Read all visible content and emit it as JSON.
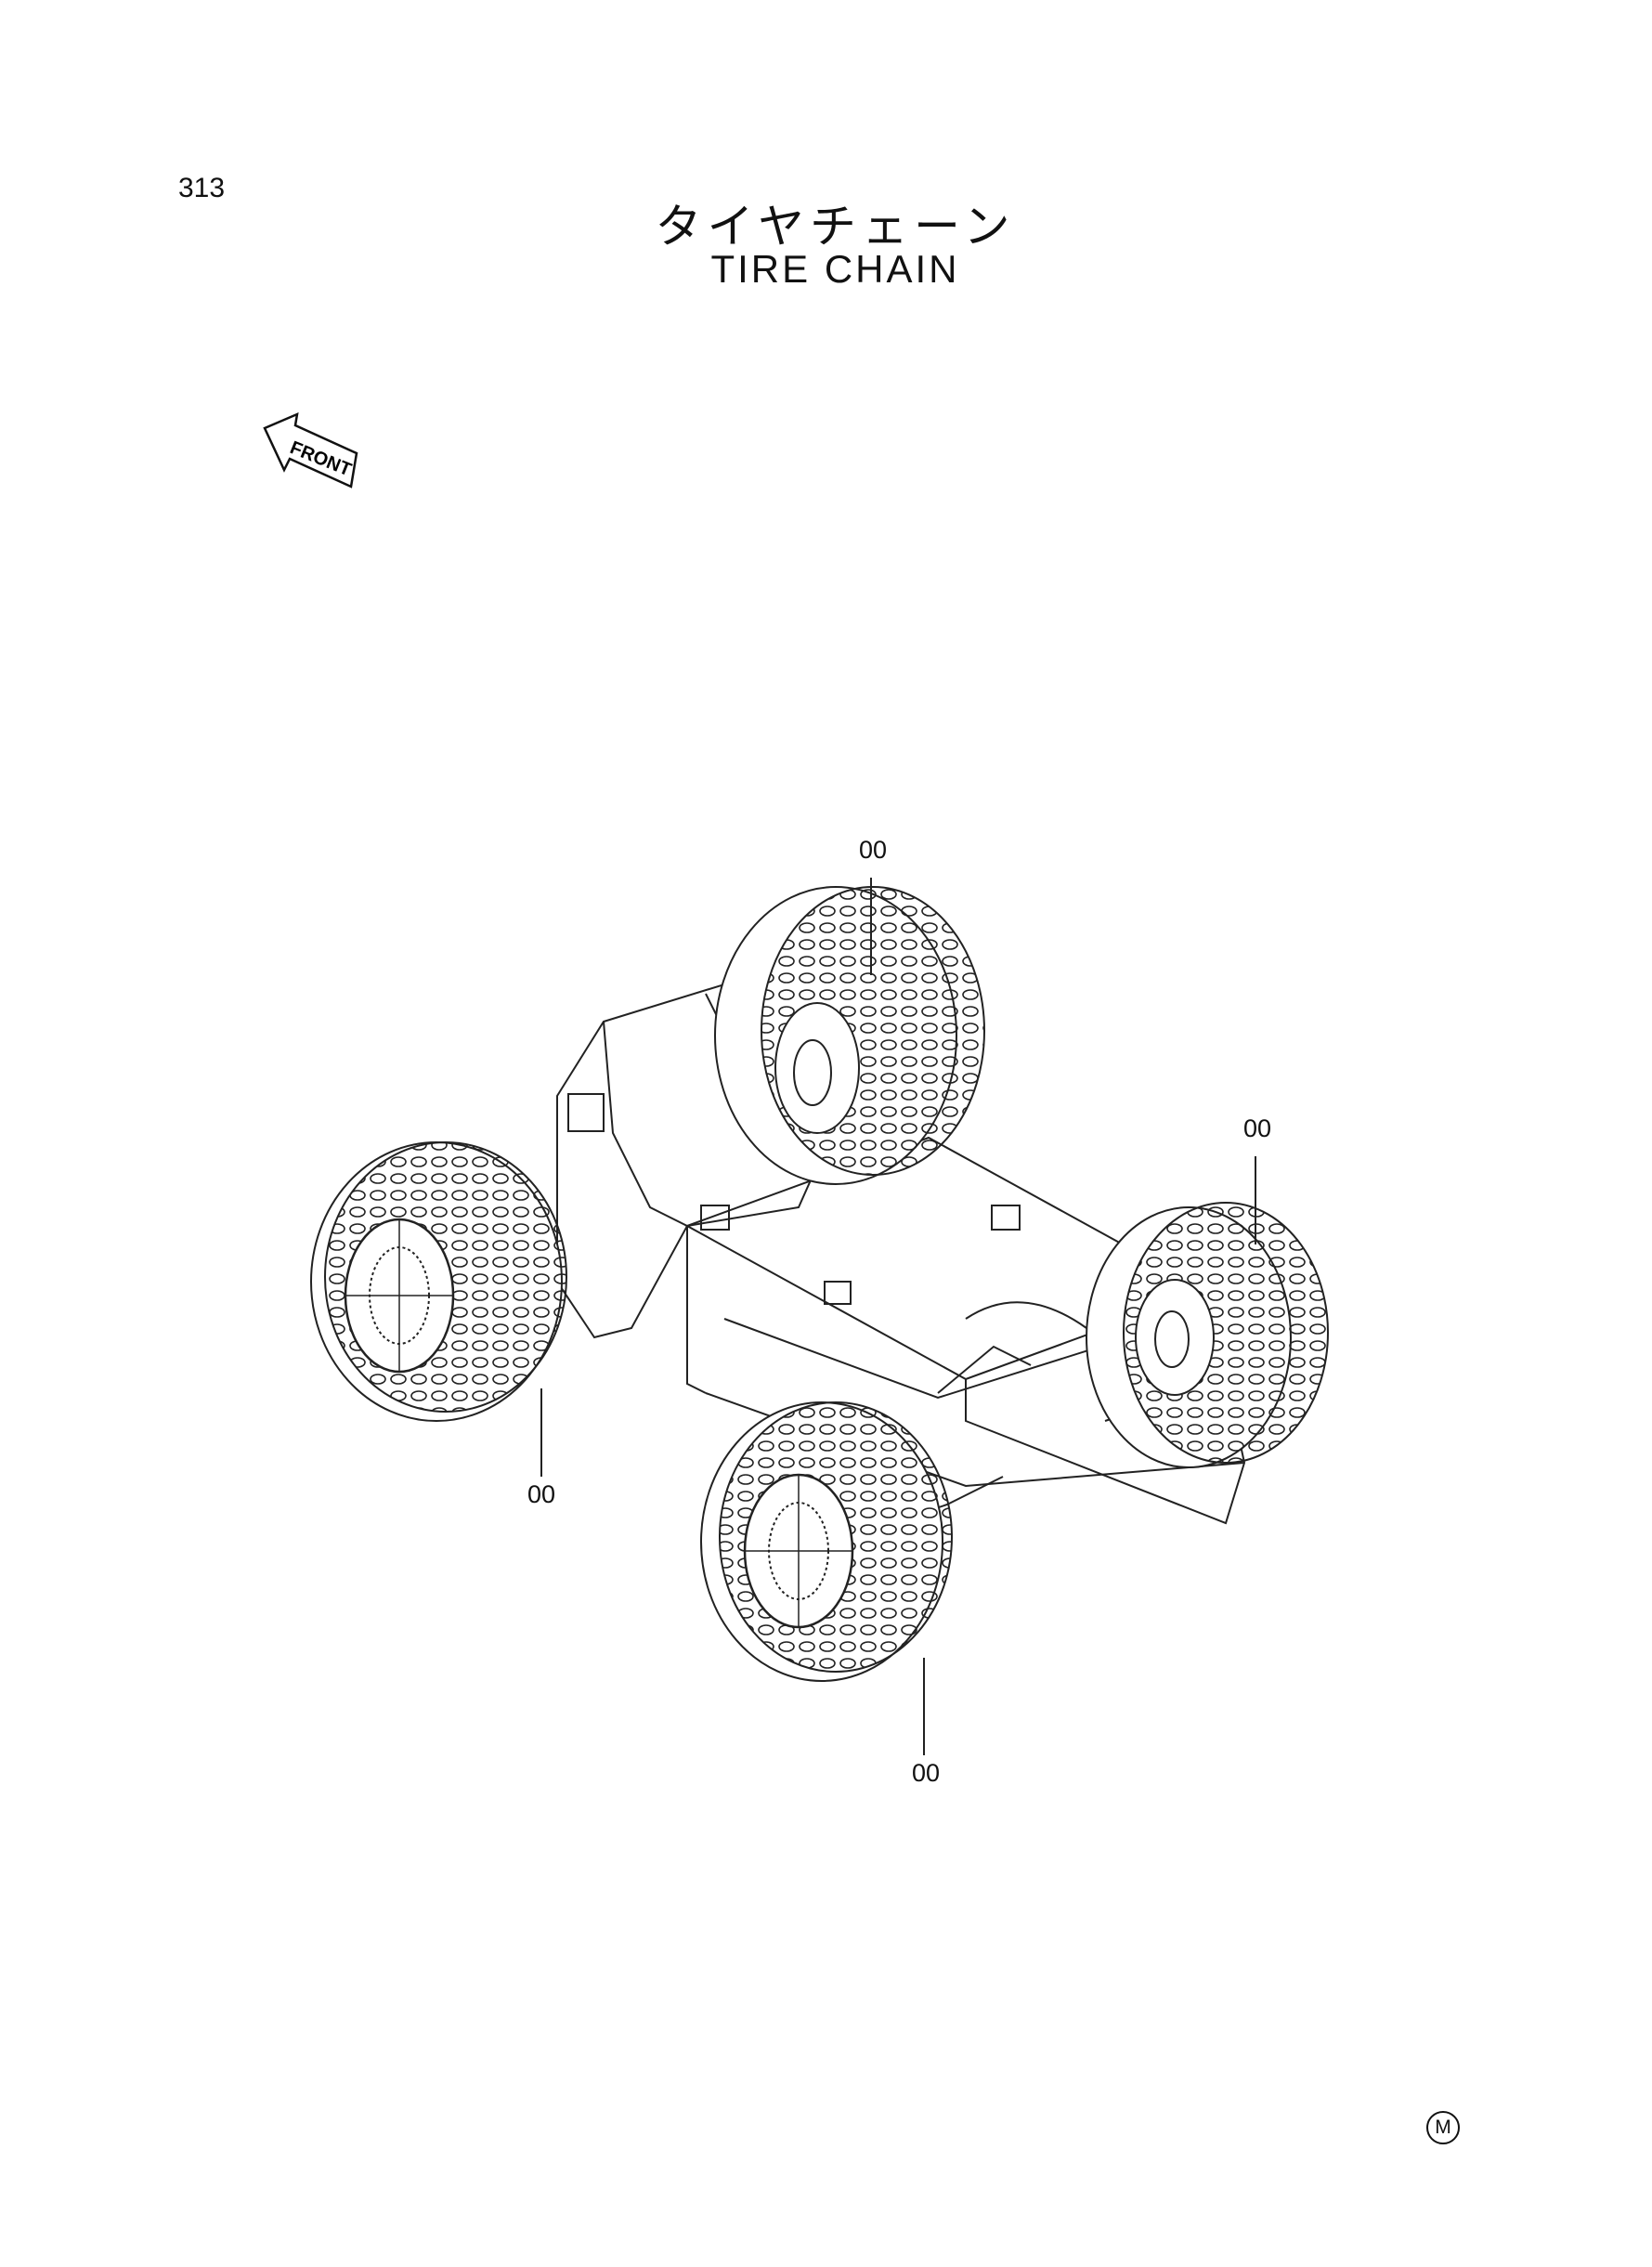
{
  "page_number": "313",
  "title_japanese": "タイヤチェーン",
  "title_english": "TIRE CHAIN",
  "front_indicator": "FRONT",
  "callouts": {
    "top_right_tire": "00",
    "right_rear_tire": "00",
    "left_front_tire": "00",
    "bottom_tire": "00"
  },
  "footer_mark": "M"
}
